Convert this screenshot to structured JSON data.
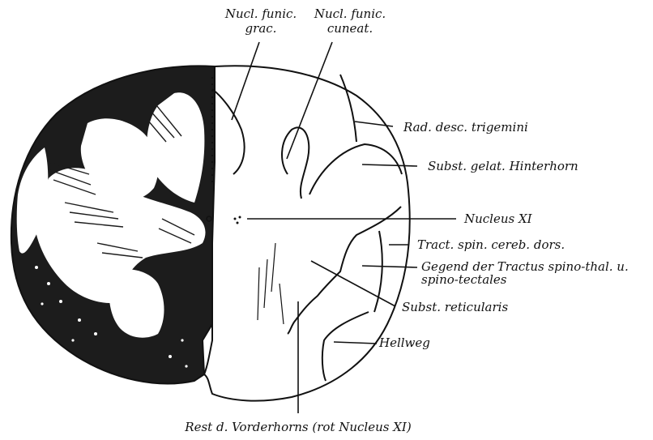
{
  "figure": {
    "ink_color": "#111111",
    "paper_color": "#ffffff",
    "labels": {
      "nucl_gracilis_line1": "Nucl. funic.",
      "nucl_gracilis_line2": "grac.",
      "nucl_cuneatus_line1": "Nucl. funic.",
      "nucl_cuneatus_line2": "cuneat.",
      "rad_desc_trigemini": "Rad. desc. trigemini",
      "subst_gelat": "Subst. gelat. Hinterhorn",
      "nucleus_xi": "Nucleus XI",
      "tract_spin_cereb": "Tract. spin. cereb. dors.",
      "gegend_line1": "Gegend der Tractus spino-thal. u.",
      "gegend_line2": "spino-tectales",
      "subst_reticularis": "Subst. reticularis",
      "hellweg": "Hellweg",
      "rest_vorderhorns": "Rest d. Vorderhorns (rot Nucleus XI)"
    }
  }
}
